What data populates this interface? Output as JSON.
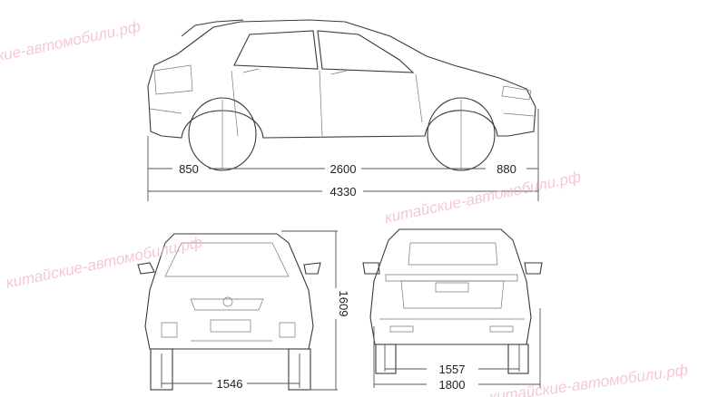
{
  "dimensions": {
    "front_overhang": "850",
    "wheelbase": "2600",
    "rear_overhang": "880",
    "length": "4330",
    "height": "1609",
    "front_track": "1546",
    "rear_track": "1557",
    "width": "1800"
  },
  "watermark": "китайские-автомобили.рф",
  "colors": {
    "line": "#3a3a3a",
    "watermark": "#f2b6c4"
  }
}
